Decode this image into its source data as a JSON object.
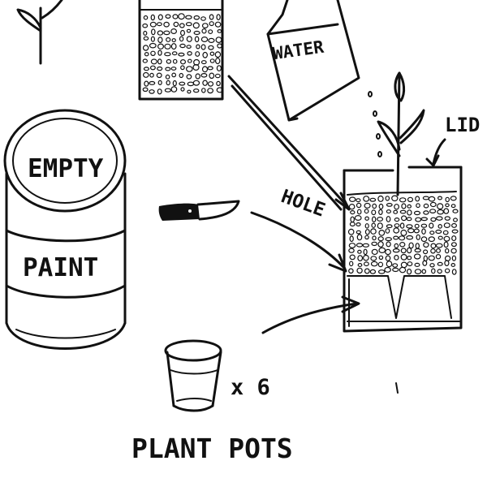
{
  "labels": {
    "water": "WATER",
    "lid": "LID",
    "empty": "EMPTY",
    "paint": "PAINT",
    "hole": "HOLE",
    "multiplier": "x 6",
    "plant_pots": "PLANT POTS"
  },
  "colors": {
    "ink": "#111111",
    "paper": "#ffffff"
  },
  "icons": [
    "sprout-icon",
    "gravel-bag-icon",
    "water-carton-icon",
    "paint-can-icon",
    "knife-icon",
    "plant-pot-icon",
    "planter-container-icon"
  ]
}
